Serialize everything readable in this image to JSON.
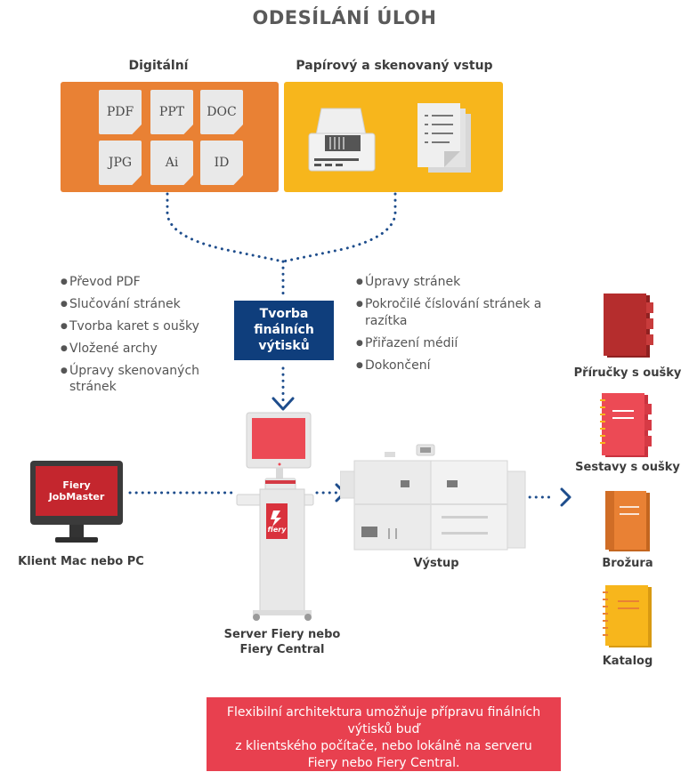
{
  "title": "ODESÍLÁNÍ ÚLOH",
  "digital": {
    "label": "Digitální",
    "color": "#e98134",
    "file_types": [
      "PDF",
      "PPT",
      "DOC",
      "JPG",
      "Ai",
      "ID"
    ]
  },
  "paper": {
    "label": "Papírový a skenovaný vstup",
    "color": "#f7b61c"
  },
  "left_bullets": [
    "Převod PDF",
    "Slučování stránek",
    "Tvorba karet s oušky",
    "Vložené archy",
    "Úpravy skenovaných stránek"
  ],
  "right_bullets": [
    "Úpravy stránek",
    "Pokročilé číslování stránek a razítka",
    "Přiřazení médií",
    "Dokončení"
  ],
  "center_box": {
    "lines": [
      "Tvorba",
      "finálních",
      "výtisků"
    ],
    "color": "#0f3e7c"
  },
  "client": {
    "screen_lines": [
      "Fiery",
      "JobMaster"
    ],
    "label": "Klient Mac nebo PC"
  },
  "server": {
    "lines": [
      "Server Fiery nebo",
      "Fiery Central"
    ],
    "logo_text": "fiery"
  },
  "output": {
    "label": "Výstup"
  },
  "products": [
    {
      "label": "Příručky s oušky",
      "color": "#b52d2d"
    },
    {
      "label": "Sestavy s oušky",
      "color": "#ec4a55"
    },
    {
      "label": "Brožura",
      "color": "#e98134"
    },
    {
      "label": "Katalog",
      "color": "#f7b61c"
    }
  ],
  "footer": {
    "lines": [
      "Flexibilní architektura umožňuje přípravu finálních výtisků buď",
      "z klientského počítače, nebo lokálně na serveru",
      "Fiery nebo Fiery Central."
    ],
    "color": "#e8404f"
  },
  "connector_color": "#1e4d8c"
}
